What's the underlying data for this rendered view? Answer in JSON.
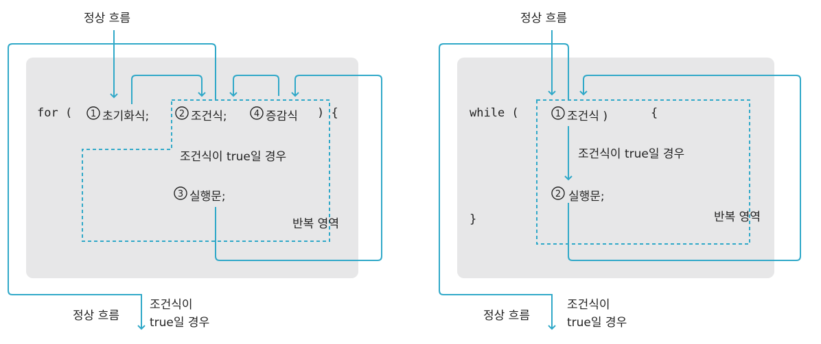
{
  "for_diagram": {
    "top_label": "정상 흐름",
    "code_for": "for (",
    "init": "초기화식;",
    "cond": "조건식;",
    "incr": "증감식",
    "code_close": ") {",
    "cond_true": "조건식이 true일 경우",
    "stmt": "실행문;",
    "loop_area": "반복 영역",
    "bottom_label": "정상 흐름",
    "bottom_cond_1": "조건식이",
    "bottom_cond_2": "true일 경우",
    "markers": [
      "1",
      "2",
      "3",
      "4"
    ]
  },
  "while_diagram": {
    "top_label": "정상 흐름",
    "code_while": "while (",
    "cond": "조건식 )",
    "brace_open": "{",
    "cond_true": "조건식이 true일 경우",
    "stmt": "실행문;",
    "brace_close": "}",
    "loop_area": "반복 영역",
    "bottom_label": "정상 흐름",
    "bottom_cond_1": "조건식이",
    "bottom_cond_2": "true일 경우",
    "markers": [
      "1",
      "2"
    ]
  },
  "colors": {
    "flow": "#2fa8c8",
    "panel": "#e7e7e8",
    "text": "#222222"
  }
}
